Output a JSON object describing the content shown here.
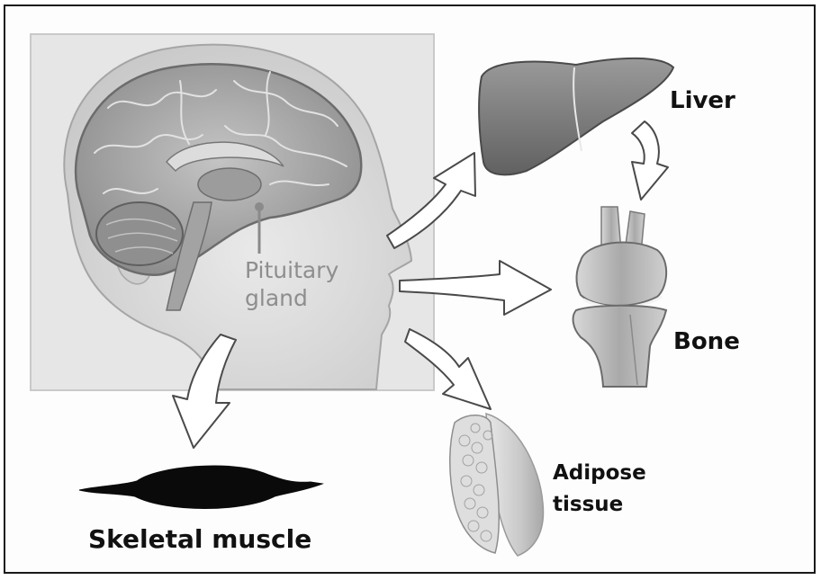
{
  "figure": {
    "pituitary_label": [
      "Pituitary",
      "gland"
    ],
    "targets": {
      "liver": "Liver",
      "bone": "Bone",
      "adipose": [
        "Adipose",
        "tissue"
      ],
      "muscle": "Skeletal muscle"
    }
  }
}
